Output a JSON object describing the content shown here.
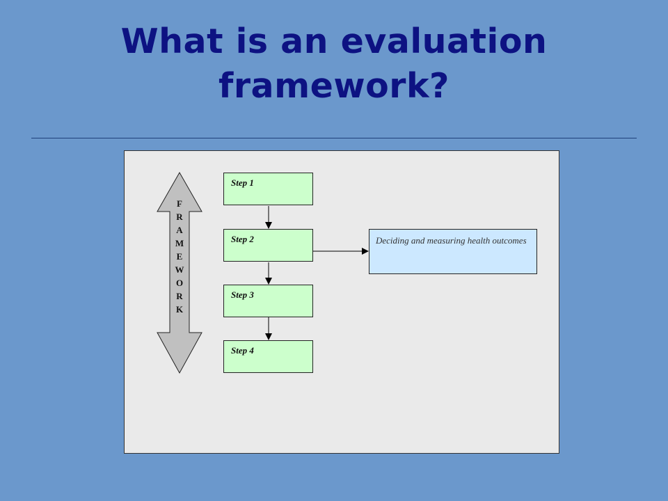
{
  "slide": {
    "title_line1": "What is an evaluation",
    "title_line2": "framework?"
  },
  "diagram": {
    "framework_label": [
      "F",
      "R",
      "A",
      "M",
      "E",
      "W",
      "O",
      "R",
      "K"
    ],
    "steps": [
      {
        "label": "Step 1"
      },
      {
        "label": "Step 2"
      },
      {
        "label": "Step 3"
      },
      {
        "label": "Step 4"
      }
    ],
    "note": {
      "text": "Deciding and measuring health outcomes"
    }
  },
  "colors": {
    "background": "#6b98cc",
    "title": "#0d1282",
    "panel": "#eaeaea",
    "step_fill": "#ccffcc",
    "note_fill": "#cce8ff",
    "double_arrow_fill": "#c0c0c0"
  }
}
